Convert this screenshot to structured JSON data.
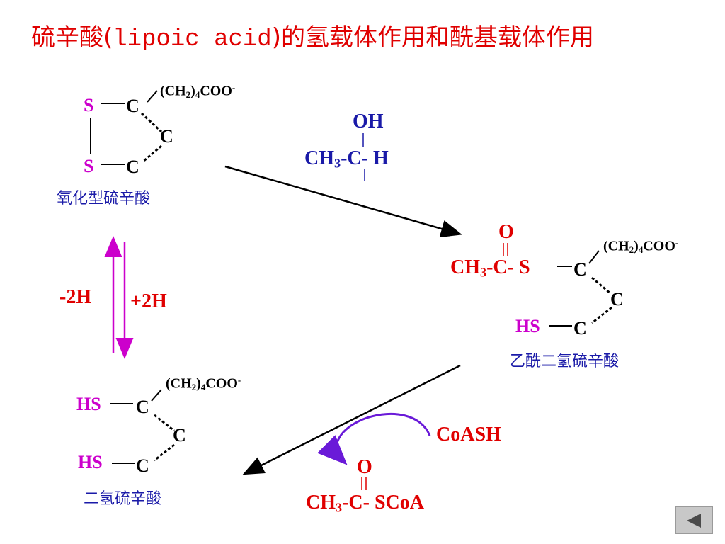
{
  "title": {
    "prefix": "硫辛酸(",
    "latin": "lipoic acid",
    "suffix": ")的氢载体作用和酰基载体作用"
  },
  "oxidized": {
    "s_top": "S",
    "s_bottom": "S",
    "c1": "C",
    "c2": "C",
    "c3": "C",
    "chain": "(CH",
    "chain_sub": "2",
    "chain_mid": ")",
    "chain_sub2": "4",
    "chain_end": "COO",
    "chain_sup": "-",
    "caption": "氧化型硫辛酸"
  },
  "ethanol_group": {
    "oh": "OH",
    "ch3": "CH",
    "ch3_sub": "3",
    "rest": "-C- H"
  },
  "acetyl": {
    "o": "O",
    "ch3": "CH",
    "ch3_sub": "3",
    "rest": "-C- S",
    "hs": "HS",
    "c1": "C",
    "c2": "C",
    "c3": "C",
    "chain": "(CH",
    "chain_sub": "2",
    "chain_mid": ")",
    "chain_sub2": "4",
    "chain_end": "COO",
    "chain_sup": "-",
    "caption": "乙酰二氢硫辛酸"
  },
  "equilibrium": {
    "minus_h": "-2H",
    "plus_h": "+2H"
  },
  "dihydro": {
    "hs_top": "HS",
    "hs_bottom": "HS",
    "c1": "C",
    "c2": "C",
    "c3": "C",
    "chain": "(CH",
    "chain_sub": "2",
    "chain_mid": ")",
    "chain_sub2": "4",
    "chain_end": "COO",
    "chain_sup": "-",
    "caption": "二氢硫辛酸"
  },
  "coash": "CoASH",
  "acetyl_coa": {
    "o": "O",
    "ch3": "CH",
    "ch3_sub": "3",
    "rest": "-C- SCoA"
  },
  "icon": "back-triangle-icon",
  "colors": {
    "title": "#e00000",
    "sulfur": "#cc00cc",
    "blue": "#1a1aa8",
    "arrow_purple": "#6a1ad8"
  }
}
